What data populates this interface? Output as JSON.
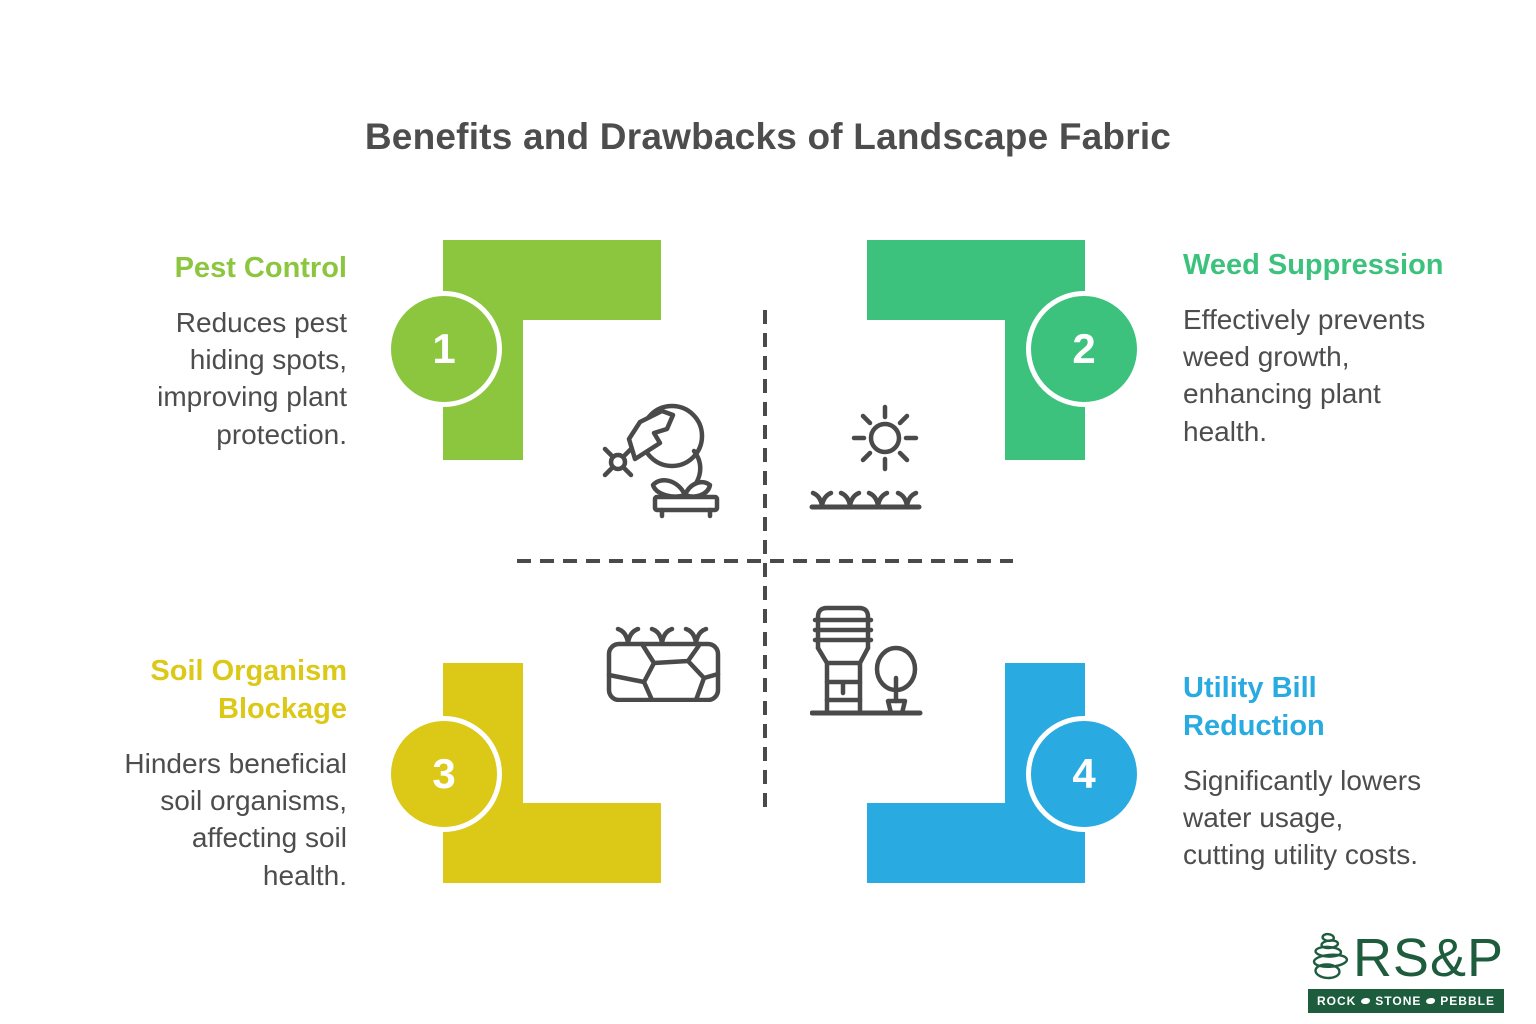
{
  "title": "Benefits and Drawbacks of Landscape Fabric",
  "quadrants": [
    {
      "number": "1",
      "heading": "Pest Control",
      "body": "Reduces pest\nhiding spots,\nimproving plant\nprotection.",
      "color": "#8CC63F",
      "icon": "carnivorous-plant-pest-icon"
    },
    {
      "number": "2",
      "heading": "Weed Suppression",
      "body": "Effectively prevents\nweed growth,\nenhancing plant\nhealth.",
      "color": "#3DC27E",
      "icon": "sun-over-sprouts-icon"
    },
    {
      "number": "3",
      "heading": "Soil Organism\nBlockage",
      "body": "Hinders beneficial\nsoil organisms,\naffecting soil\nhealth.",
      "color": "#DCC816",
      "icon": "landscape-fabric-stones-icon"
    },
    {
      "number": "4",
      "heading": "Utility Bill\nReduction",
      "body": "Significantly lowers\nwater usage,\ncutting utility costs.",
      "color": "#29ABE2",
      "icon": "water-dispenser-tree-icon"
    }
  ],
  "divider": {
    "style": "dashed-cross",
    "color": "#4A4A4A"
  },
  "icons": {
    "stroke_color": "#4A4A4A"
  },
  "logo": {
    "monogram": "RS&P",
    "tagline_words": [
      "ROCK",
      "STONE",
      "PEBBLE"
    ],
    "color": "#1E5C3E",
    "icon": "pebble-cairn-icon"
  }
}
